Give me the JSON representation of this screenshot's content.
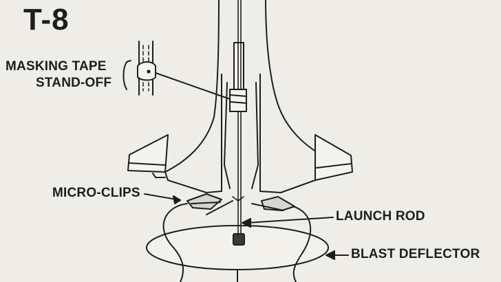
{
  "diagram": {
    "step_title": "T-8",
    "labels": {
      "masking_tape_line1": "MASKING TAPE",
      "masking_tape_line2": "STAND-OFF",
      "micro_clips": "MICRO-CLIPS",
      "launch_rod": "LAUNCH ROD",
      "blast_deflector": "BLAST DEFLECTOR"
    },
    "colors": {
      "ink": "#1d1d1d",
      "paper": "#eeede8"
    }
  }
}
